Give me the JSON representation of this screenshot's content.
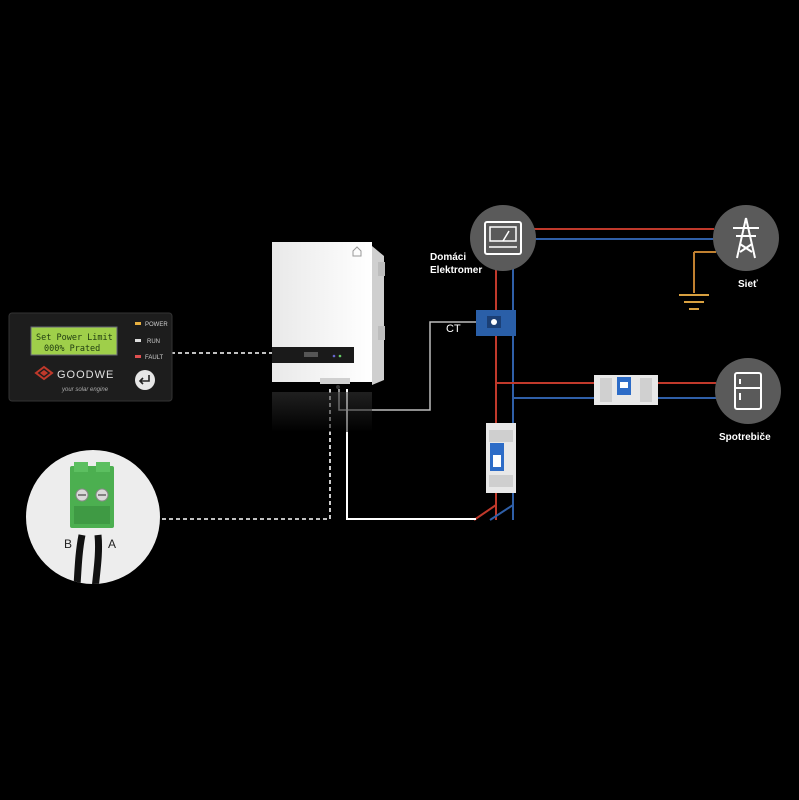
{
  "labels": {
    "meter": [
      "Domáci",
      "Elektromer"
    ],
    "ct": "CT",
    "grid": "Sieť",
    "appliances": "Spotrebiče",
    "wire_b": "B",
    "wire_a": "A"
  },
  "display_unit": {
    "lcd_line1": "Set Power Limit",
    "lcd_line2": "000% Prated",
    "leds": [
      "POWER",
      "RUN",
      "FAULT"
    ],
    "brand": "GOODWE",
    "tagline": "your solar engine"
  },
  "icons": {
    "meter": "electric-meter-icon",
    "grid": "power-pylon-icon",
    "appliances": "fridge-icon",
    "ground": "ground-icon",
    "enter": "enter-key-icon"
  },
  "colors": {
    "background": "#000000",
    "live_wire": "#c0392b",
    "neutral_wire": "#2f5fa8",
    "signal_wire": "#d9d9d9",
    "icon_circle": "#5a5a5a",
    "lcd": "#9fcf4a",
    "connector": "#4caf50"
  }
}
